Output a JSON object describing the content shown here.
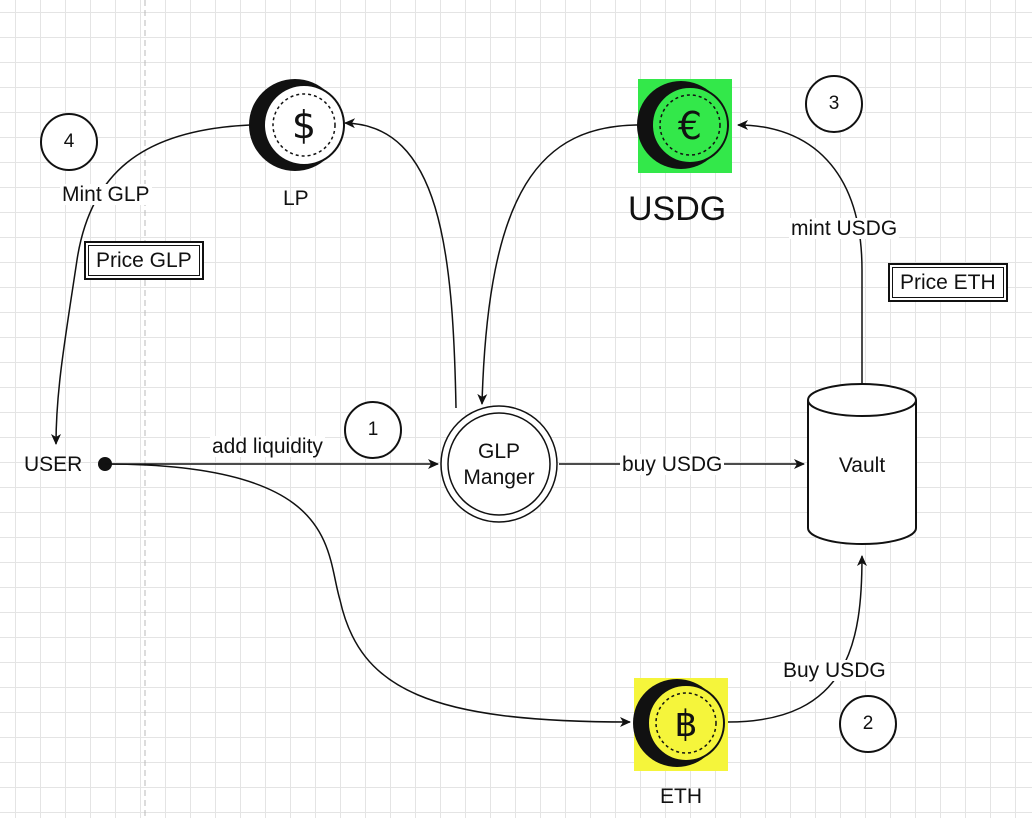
{
  "labels": {
    "user": "USER",
    "add_liquidity": "add liquidity",
    "buy_usdg_edge": "buy USDG",
    "mint_usdg": "mint USDG",
    "buy_usdg_eth": "Buy USDG",
    "mint_glp": "Mint  GLP",
    "lp": "LP",
    "usdg": "USDG",
    "eth": "ETH"
  },
  "nodes": {
    "glp_manager_line1": "GLP",
    "glp_manager_line2": "Manger",
    "vault": "Vault"
  },
  "boxes": {
    "price_glp": "Price GLP",
    "price_eth": "Price ETH"
  },
  "steps": [
    "1",
    "2",
    "3",
    "4"
  ],
  "coins": {
    "lp_symbol": "$",
    "usdg_symbol": "€",
    "eth_symbol": "฿"
  },
  "colors": {
    "usdg_coin_bg": "#33e84a",
    "eth_coin_bg": "#f5f53b",
    "lp_coin_bg": "#ffffff",
    "line": "#111111",
    "grid": "#e4e4e4"
  }
}
